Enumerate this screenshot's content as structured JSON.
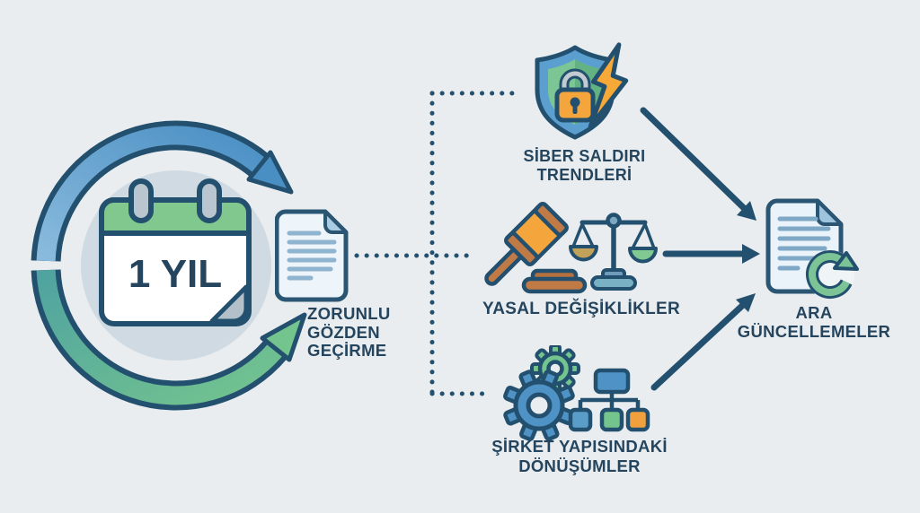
{
  "diagram": {
    "title_implied": "",
    "cycle": {
      "calendar_text": "1 YIL"
    },
    "labels": {
      "mandatory": {
        "line1": "ZORUNLU",
        "line2": "GÖZDEN",
        "line3": "GEÇİRME"
      },
      "cyber": {
        "line1": "SİBER SALDIRI",
        "line2": "TRENDLERİ"
      },
      "legal": {
        "line1": "YASAL DEĞİŞİKLİKLER"
      },
      "company": {
        "line1": "ŞİRKET YAPISINDAKİ",
        "line2": "DÖNÜŞÜMLER"
      },
      "updates": {
        "line1": "ARA",
        "line2": "GÜNCELLEMELER"
      }
    },
    "icons": {
      "cycle": "circular-refresh-arrows-icon",
      "calendar": "calendar-icon",
      "mandatory_document": "document-icon",
      "cyber": "shield-lock-lightning-icon",
      "legal": "gavel-and-scales-icon",
      "company": "gears-and-org-chart-icon",
      "updates": "document-refresh-icon"
    },
    "colors": {
      "background": "#e9edef",
      "outline_navy": "#24506f",
      "text_navy": "#25455e",
      "blue": "#4a8fc4",
      "light_blue": "#8abbdd",
      "teal": "#4fa3a0",
      "green": "#74c48e",
      "calendar_green": "#80c88e",
      "orange": "#f4a63d",
      "brown": "#b5703f",
      "khaki": "#c2a159",
      "gray": "#b9c6cf",
      "inner_circle": "#cfdae3",
      "doc_fill": "#eef5fa",
      "doc_fold": "#a9cce4",
      "doc_line": "#8fb4cf"
    }
  }
}
